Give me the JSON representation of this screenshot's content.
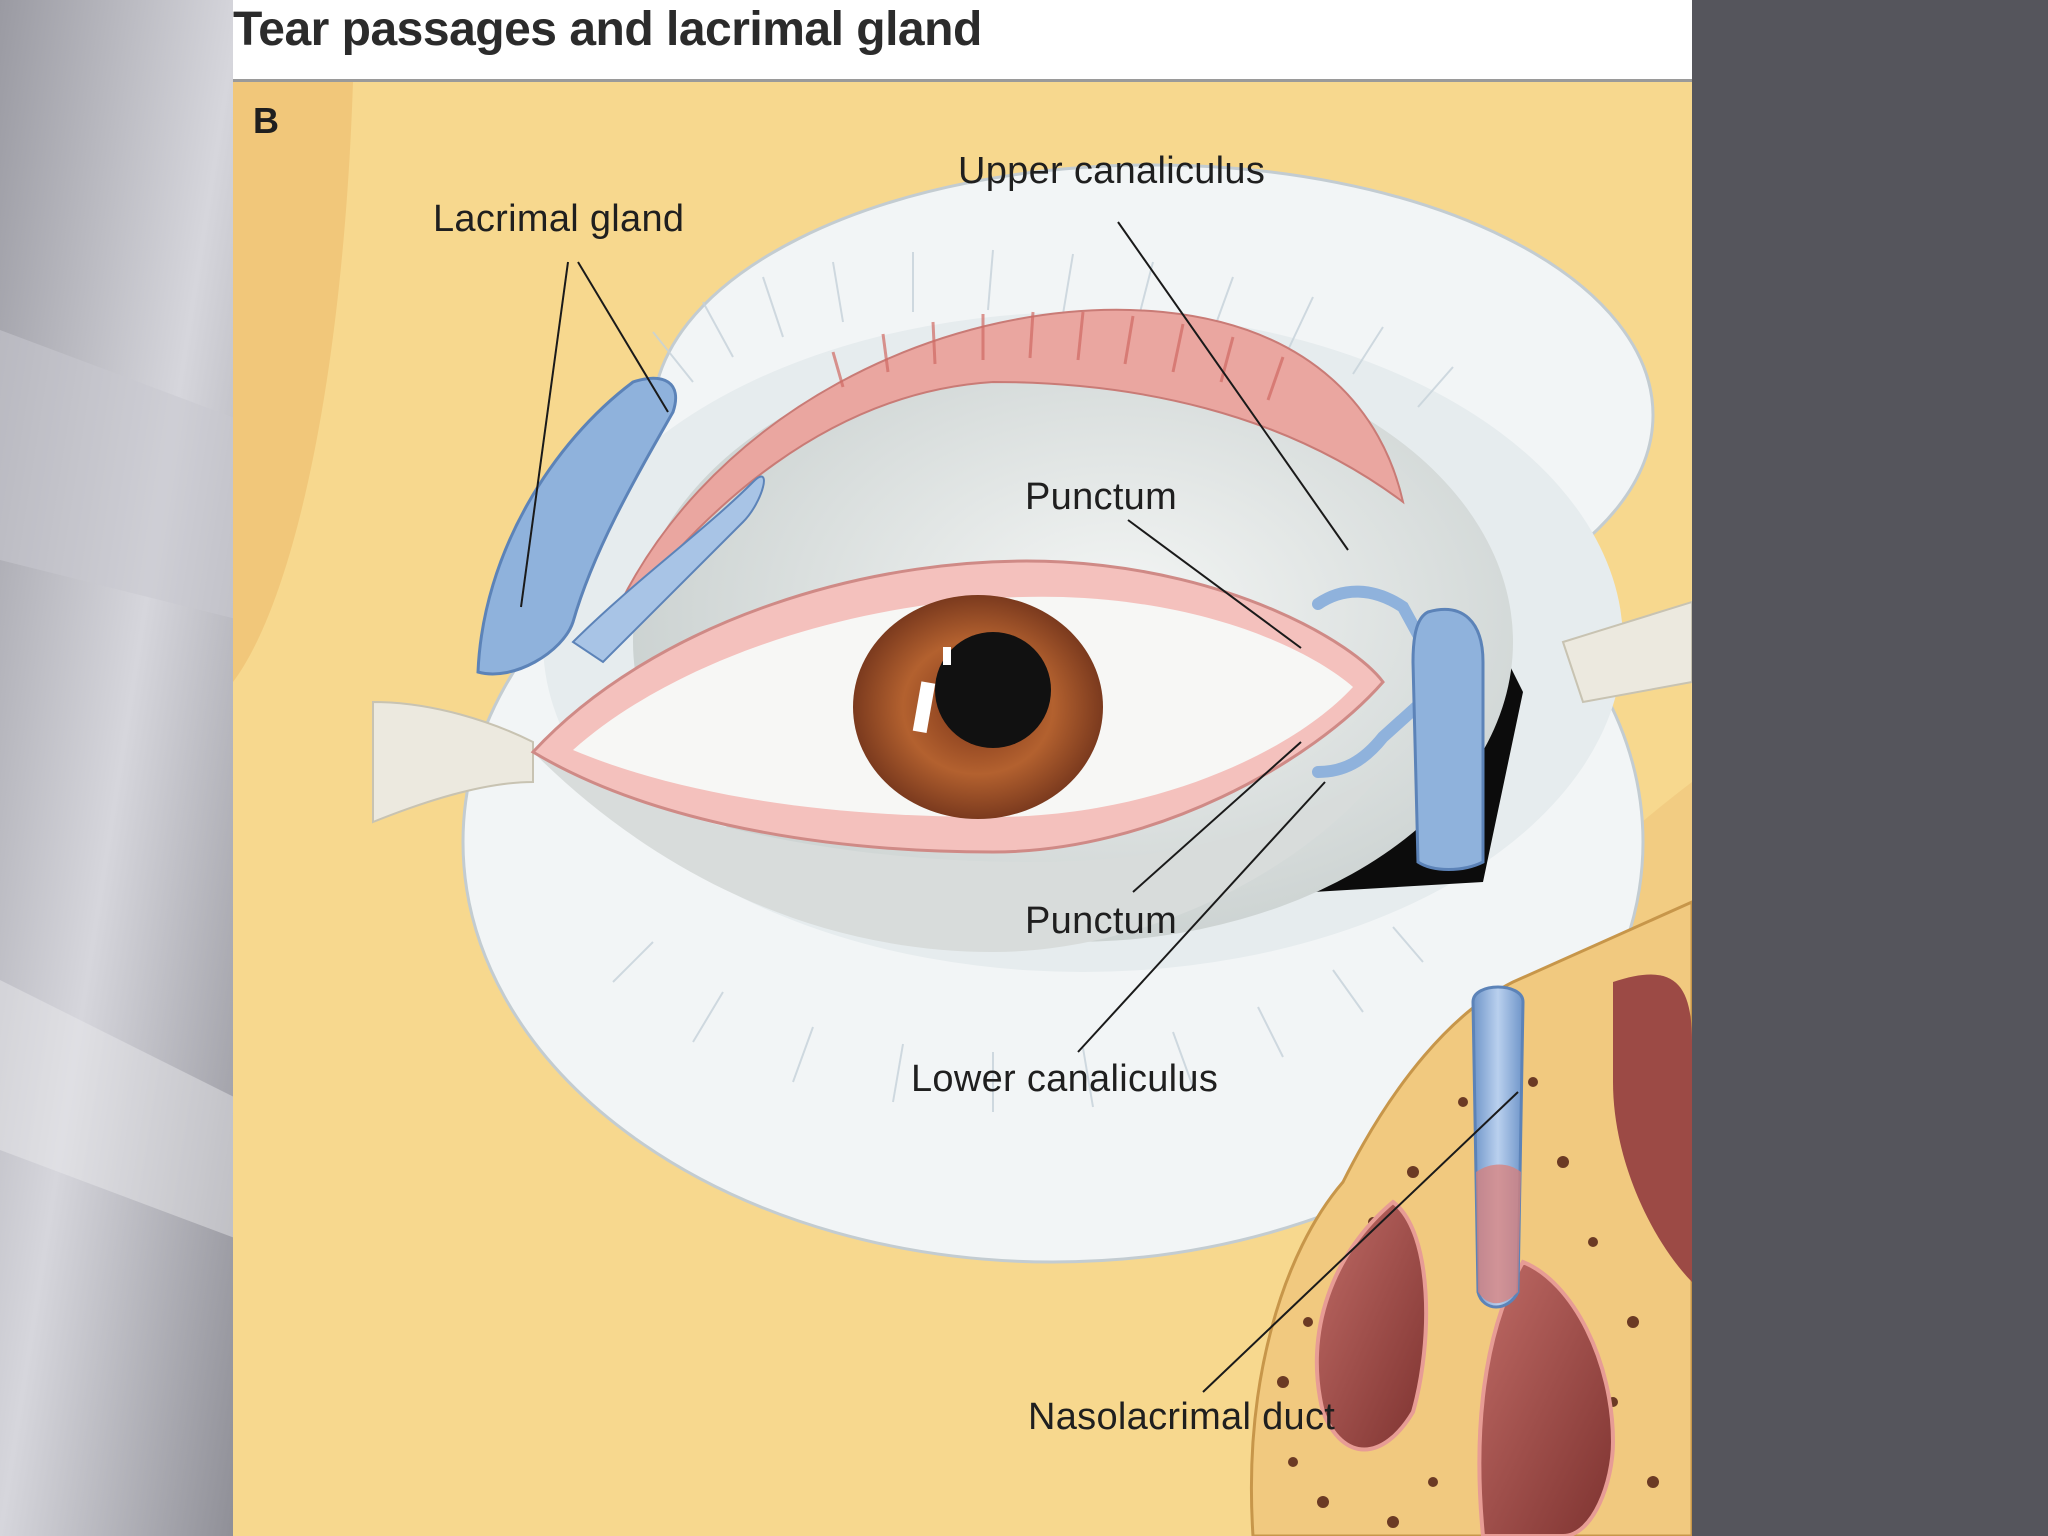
{
  "figure": {
    "title": "Tear passages and lacrimal gland",
    "panel_letter": "B"
  },
  "labels": {
    "lacrimal_gland": "Lacrimal gland",
    "upper_canaliculus": "Upper canaliculus",
    "punctum_upper": "Punctum",
    "punctum_lower": "Punctum",
    "lower_canaliculus": "Lower canaliculus",
    "nasolacrimal_duct": "Nasolacrimal duct"
  },
  "colors": {
    "slide_background": "#5b5b62",
    "skin": "#f7d88e",
    "iris": "#a4532c",
    "lacrimal_system": "#8fb2dc",
    "eyelid_tissue": "#e9a8a4",
    "sclera": "#e3e7e6",
    "nasal_cavity": "#9c4a45",
    "bone": "#f1c97f"
  }
}
